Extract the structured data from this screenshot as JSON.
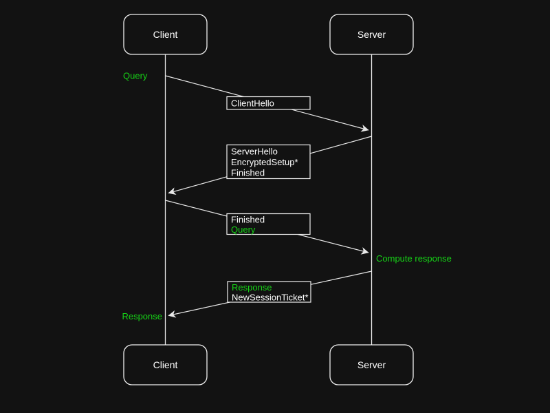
{
  "diagram": {
    "type": "sequence",
    "title_visible": false
  },
  "colors": {
    "background": "#121212",
    "stroke": "#e8e8e8",
    "box_fill": "#121212",
    "text": "#ffffff",
    "highlight": "#16d416"
  },
  "actors": {
    "client": {
      "top": "Client",
      "bottom": "Client"
    },
    "server": {
      "top": "Server",
      "bottom": "Server"
    }
  },
  "annotations": {
    "query_start": "Query",
    "compute_response": "Compute response",
    "response_end": "Response"
  },
  "messages": {
    "client_hello": {
      "from": "Client",
      "to": "Server",
      "lines": [
        "ClientHello"
      ]
    },
    "server_hello": {
      "from": "Server",
      "to": "Client",
      "lines": [
        "ServerHello",
        "EncryptedSetup*",
        "Finished"
      ]
    },
    "finished_query": {
      "from": "Client",
      "to": "Server",
      "lines": [
        "Finished",
        "Query"
      ]
    },
    "response_ticket": {
      "from": "Server",
      "to": "Client",
      "lines": [
        "Response",
        "NewSessionTicket*"
      ]
    }
  }
}
